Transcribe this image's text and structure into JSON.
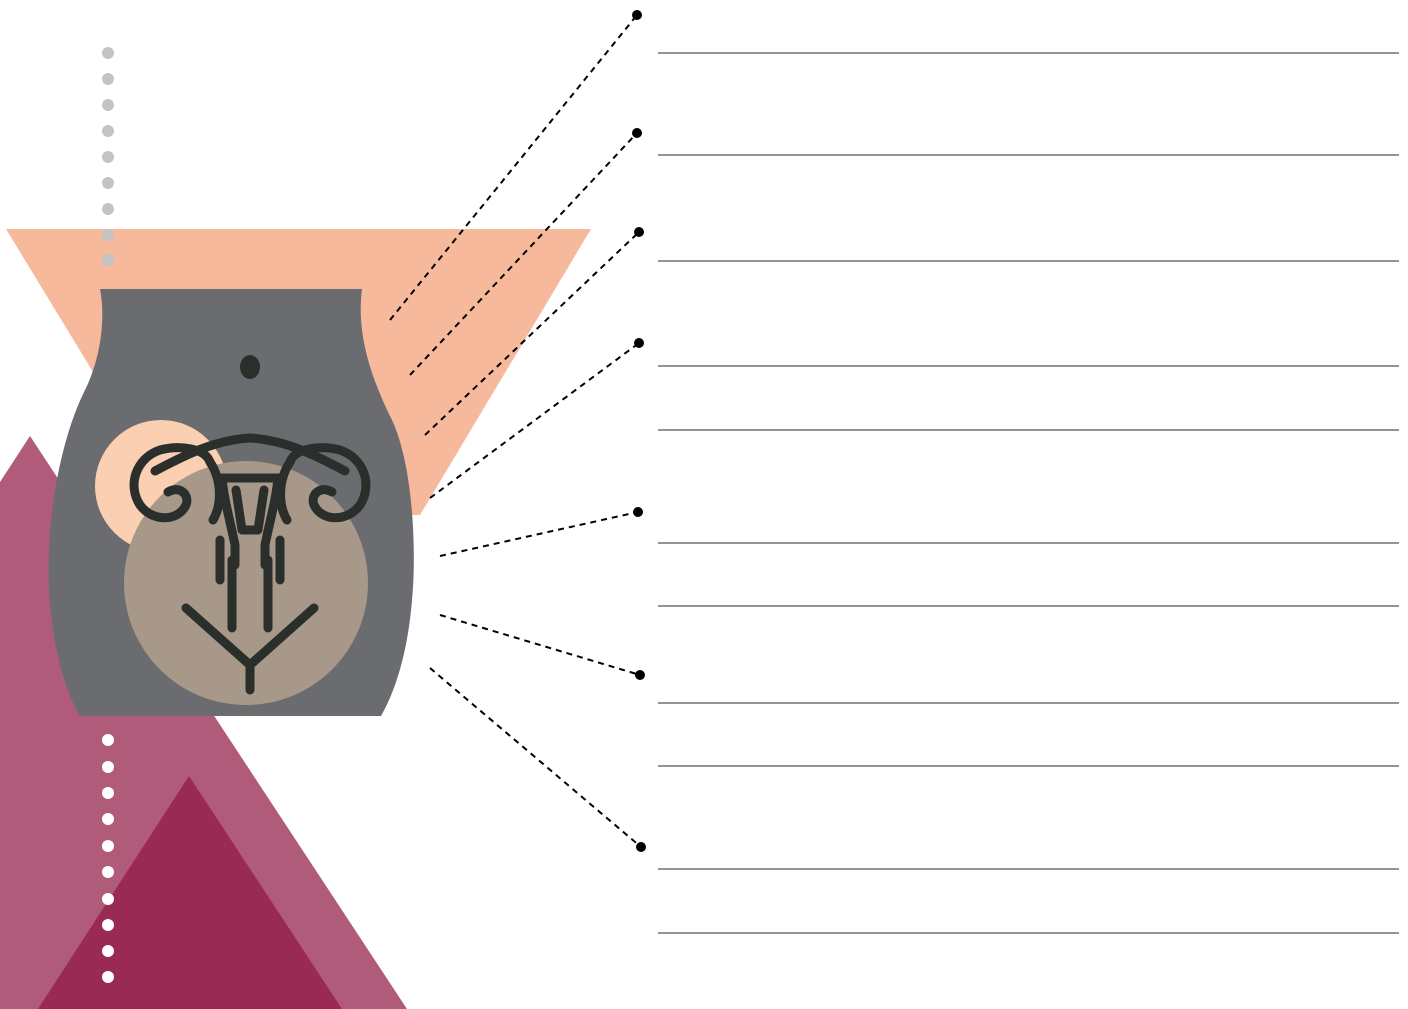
{
  "diagram": {
    "labels": [
      {
        "id": 1,
        "text": "",
        "lines": 1
      },
      {
        "id": 2,
        "text": "",
        "lines": 1
      },
      {
        "id": 3,
        "text": "",
        "lines": 1
      },
      {
        "id": 4,
        "text": "",
        "lines": 2
      },
      {
        "id": 5,
        "text": "",
        "lines": 2
      },
      {
        "id": 6,
        "text": "",
        "lines": 2
      },
      {
        "id": 7,
        "text": "",
        "lines": 2
      }
    ]
  },
  "colors": {
    "background": "#ffffff",
    "peach_trapezoid": "#f6b99b",
    "pink_triangle": "#b05b7a",
    "magenta_triangle": "#982a53",
    "torso": "#6b6c70",
    "light_circle": "#fbcfb1",
    "tan_circle": "#a89889",
    "organ_stroke": "#2a2f2c",
    "grey_dots": "#c3c3c3",
    "white_dots": "#ffffff",
    "leader_line": "#000000",
    "answer_line": "#555555"
  },
  "icons": {
    "organ": "uterus-icon",
    "navel": "navel-icon"
  }
}
